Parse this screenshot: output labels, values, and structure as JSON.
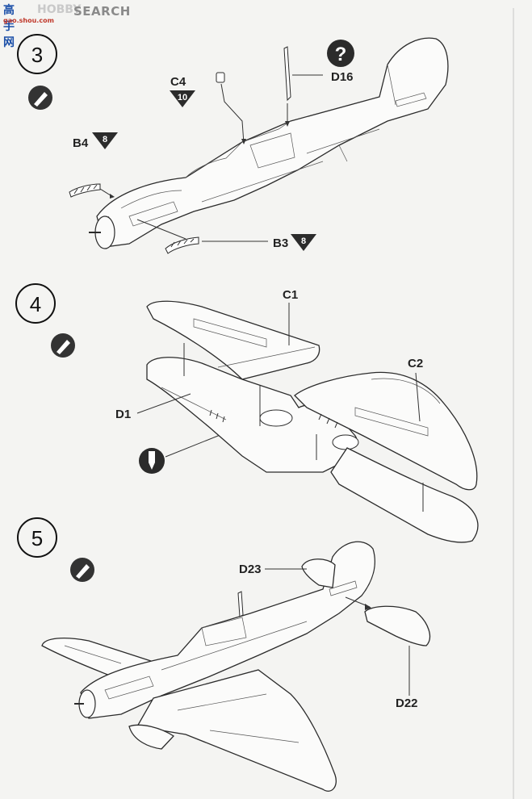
{
  "watermark": {
    "cn": "⾼⼿⽹",
    "ghost": "HOBBY",
    "search": "SEARCH",
    "url": "gao.shou.com"
  },
  "steps": [
    {
      "number": "3",
      "parts": [
        {
          "id": "C4",
          "badge": "10"
        },
        {
          "id": "D16",
          "badge": "?"
        },
        {
          "id": "B4",
          "badge": "8"
        },
        {
          "id": "B3",
          "badge": "8"
        }
      ]
    },
    {
      "number": "4",
      "parts": [
        {
          "id": "C1"
        },
        {
          "id": "C2"
        },
        {
          "id": "D1"
        }
      ]
    },
    {
      "number": "5",
      "parts": [
        {
          "id": "D23"
        },
        {
          "id": "D22"
        }
      ]
    }
  ],
  "icons": [
    "glue-icon",
    "question-icon",
    "paint-icon"
  ]
}
